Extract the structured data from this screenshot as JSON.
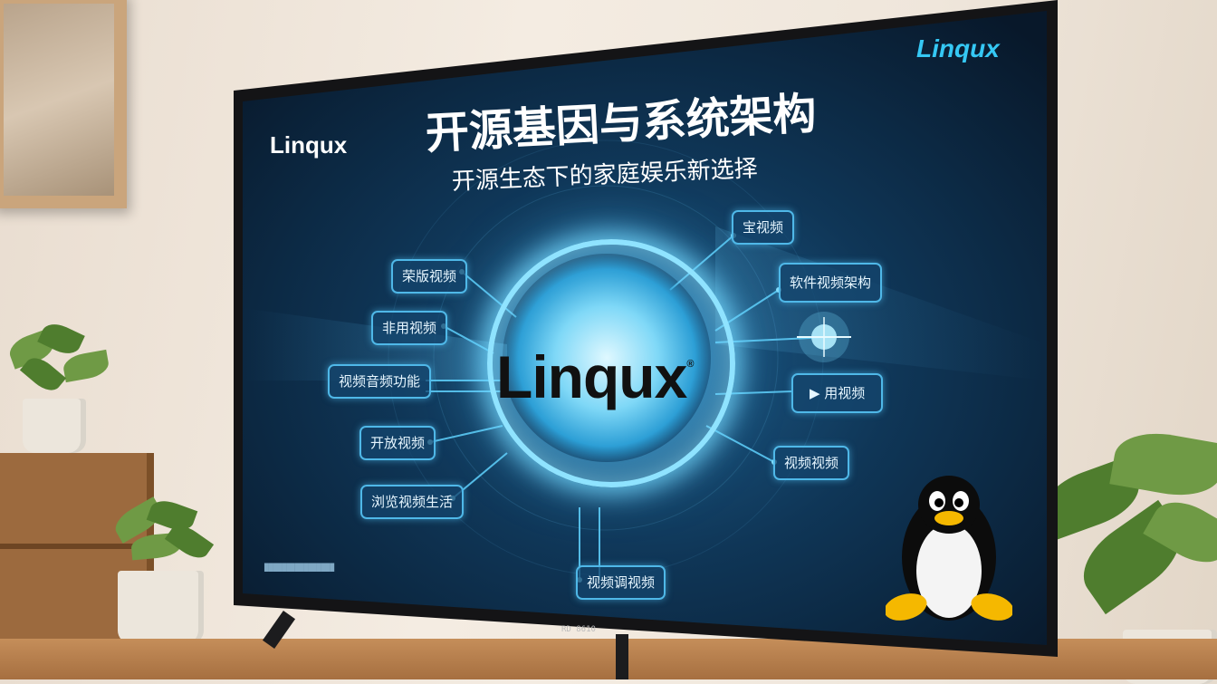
{
  "screen": {
    "brand_left": "Linqux",
    "brand_right": "Linqux",
    "title": "开源基因与系统架构",
    "subtitle": "开源生态下的家庭娱乐新选择",
    "center_logo": "Linqux",
    "center_logo_mark": "®",
    "tags_left": [
      "荣版视频",
      "非用视频",
      "视频音频功能",
      "开放视频",
      "浏览视频生活"
    ],
    "tags_right": [
      "宝视频",
      "软件视频架构",
      "▶  用视频",
      "视频视频"
    ],
    "tag_bottom": "视频调视频",
    "fine_print": "████████████████",
    "tv_bezel_label": "RD 8610"
  },
  "colors": {
    "screen_bg": "#0b1e33",
    "accent": "#4fb8e8",
    "glow": "#8fe3ff",
    "brand_right": "#35c8f4",
    "penguin_beak": "#f5b800"
  },
  "icons": [
    "tux-penguin-icon",
    "play-icon",
    "lens-flare-icon"
  ]
}
